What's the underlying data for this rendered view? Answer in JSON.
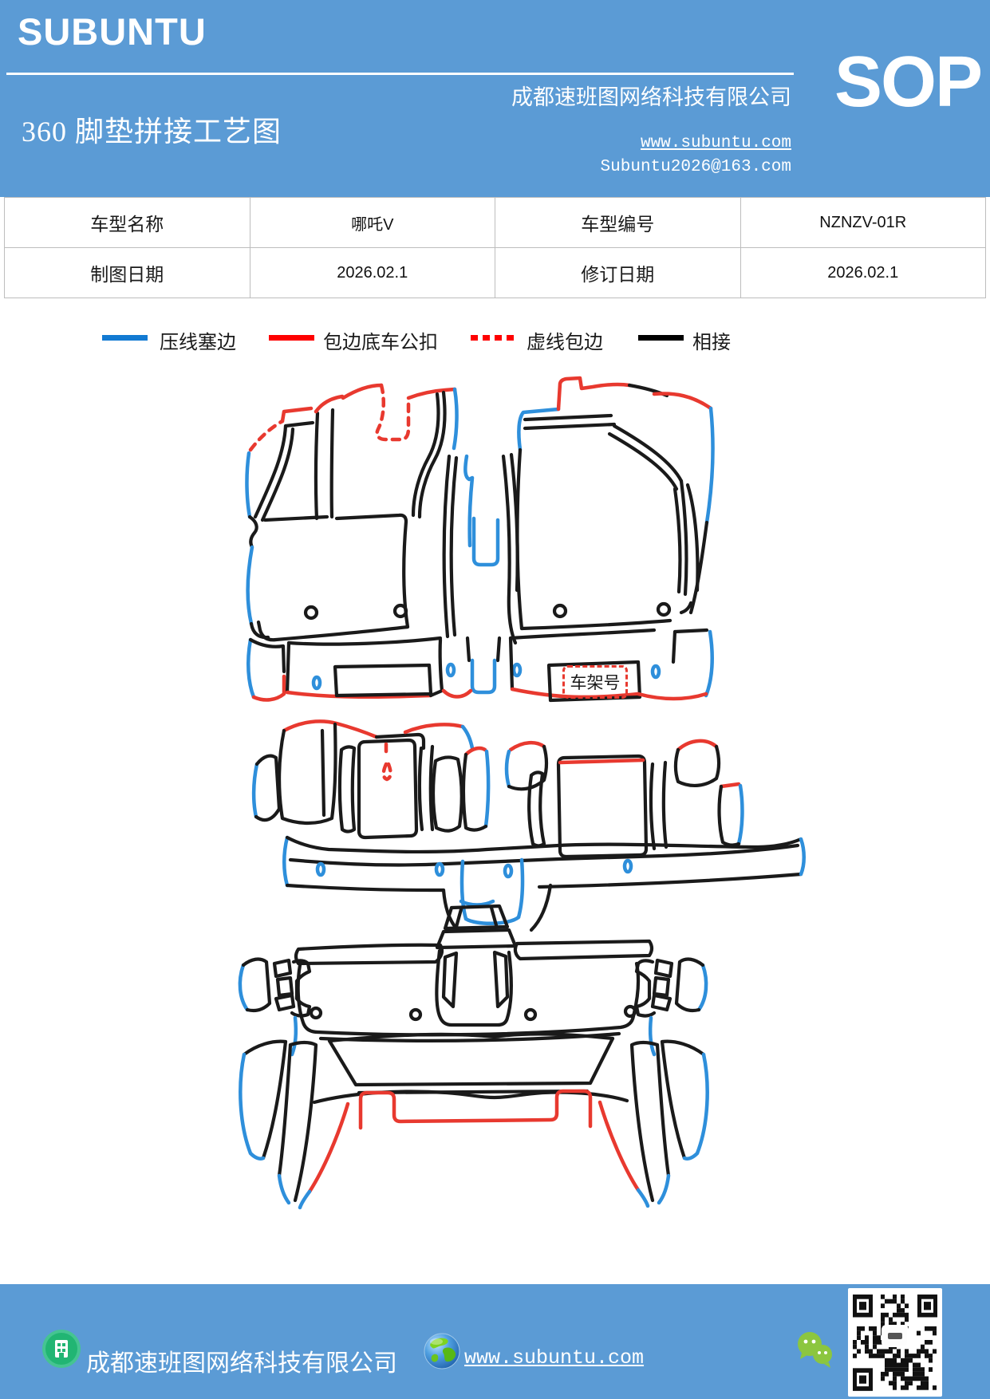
{
  "header": {
    "logo": "SUBUNTU",
    "sop_label": "SOP",
    "company": "成都速班图网络科技有限公司",
    "title": "360 脚垫拼接工艺图",
    "website": "www.subuntu.com",
    "email": "Subuntu2026@163.com",
    "background_color": "#5b9bd5",
    "text_color": "#ffffff"
  },
  "info_table": {
    "rows": [
      [
        "车型名称",
        "哪吒V",
        "车型编号",
        "NZNZV-01R"
      ],
      [
        "制图日期",
        "2026.02.1",
        "修订日期",
        "2026.02.1"
      ]
    ]
  },
  "legend": {
    "items": [
      {
        "label": "压线塞边",
        "color": "#127ad2",
        "style": "solid"
      },
      {
        "label": "包边底车公扣",
        "color": "#fe0000",
        "style": "solid"
      },
      {
        "label": "虚线包边",
        "color": "#fe0000",
        "style": "dashed"
      },
      {
        "label": "相接",
        "color": "#000000",
        "style": "solid"
      }
    ]
  },
  "diagram": {
    "vin_box_label": "车架号",
    "line_colors": {
      "press_edge_blue": "#2e8fdb",
      "binding_buckle_red": "#e8392f",
      "dashed_wrap_red": "#e8392f",
      "joint_black": "#1a1a1a"
    }
  },
  "footer": {
    "company": "成都速班图网络科技有限公司",
    "website": "www.subuntu.com",
    "background_color": "#5b9bd5",
    "icons": [
      "building-icon",
      "globe-icon",
      "wechat-icon",
      "qr-code"
    ]
  }
}
